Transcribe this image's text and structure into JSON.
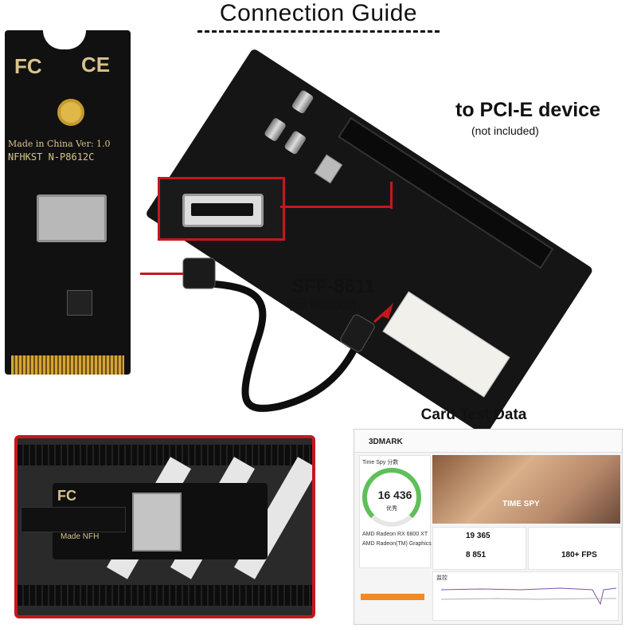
{
  "title": "Connection Guide",
  "m2_card": {
    "made": "Made in China Ver: 1.0",
    "model": "NFHKST N-P8612C",
    "fcc": "FC",
    "ce": "CE"
  },
  "riser": {
    "heading": "to PCI-E device",
    "note": "(not included)"
  },
  "cable": {
    "heading": "SFF-8611",
    "note": "(not included)"
  },
  "photo": {
    "fcc": "FC",
    "made": "Made NFH"
  },
  "test": {
    "heading": "Card Test Data",
    "brand": "3DMARK",
    "bench_label": "Time Spy 分数",
    "score": "16 436",
    "score_sub": "优秀",
    "hero_name": "TIME SPY",
    "gpu_value": "19 365",
    "cpu_value": "8 851",
    "fps": "180+ FPS",
    "gpu_line1": "AMD Radeon RX 6800 XT",
    "gpu_line2": "AMD Radeon(TM) Graphics",
    "chart_label": "监控"
  },
  "colors": {
    "accent_red": "#c4181d",
    "gold": "#d4a536"
  }
}
